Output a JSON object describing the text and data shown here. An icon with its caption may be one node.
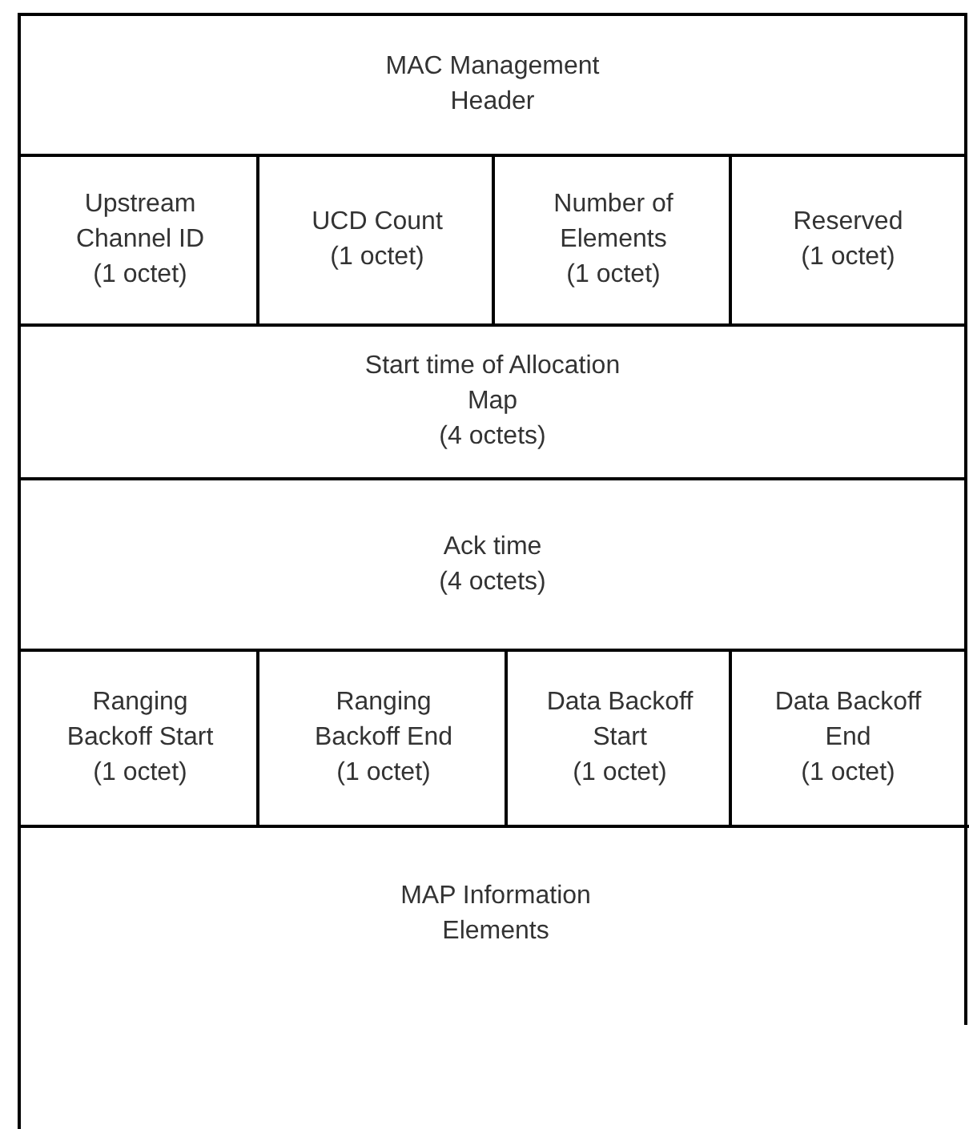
{
  "diagram": {
    "nodes": [
      {
        "text": [
          "MAC Management Header"
        ]
      },
      {
        "text": [
          "Upstream Channel ID",
          "(1 octet)"
        ]
      },
      {
        "text": [
          "UCD Count",
          "(1 octet)"
        ]
      },
      {
        "text": [
          "Number of Elements",
          "(1 octet)"
        ]
      },
      {
        "text": [
          "Reserved",
          "(1 octet)"
        ]
      },
      {
        "text": [
          "Start time of Allocation Map",
          "(4 octets)"
        ]
      },
      {
        "text": [
          "Ack time",
          "(4 octets)"
        ]
      },
      {
        "text": [
          "Ranging Backoff Start",
          "(1 octet)"
        ]
      },
      {
        "text": [
          "Ranging Backoff End",
          "(1 octet)"
        ]
      },
      {
        "text": [
          "Data Backoff Start",
          "(1 octet)"
        ]
      },
      {
        "text": [
          "Data Backoff End",
          "(1 octet)"
        ]
      },
      {
        "text": [
          "MAP Information Elements"
        ]
      }
    ]
  }
}
